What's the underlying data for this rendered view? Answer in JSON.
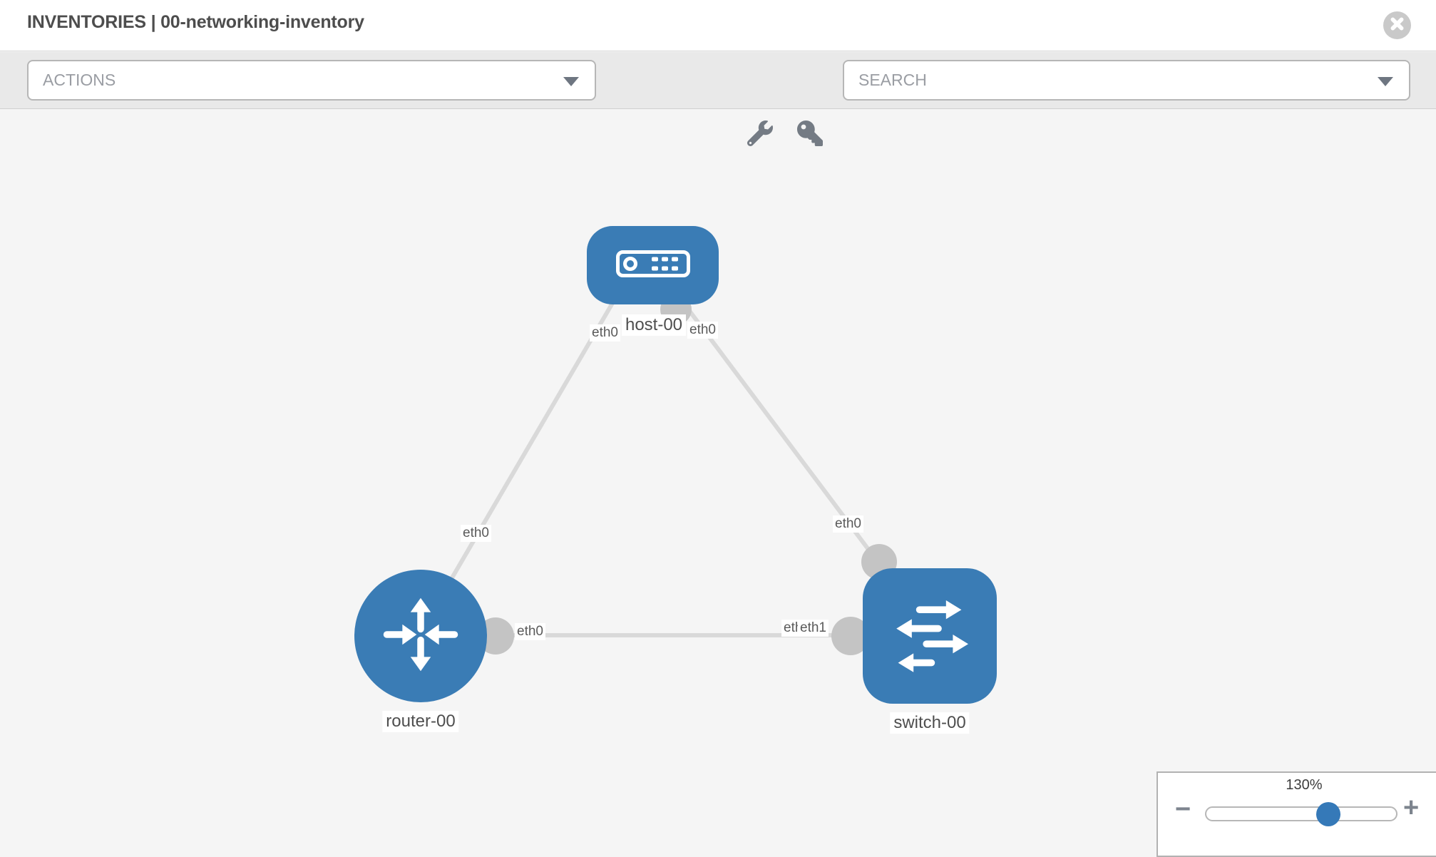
{
  "header": {
    "title": "INVENTORIES | 00-networking-inventory",
    "close_icon": "circle-x"
  },
  "toolbar": {
    "actions_label": "ACTIONS",
    "search_label": "SEARCH",
    "wrench_icon": "wrench",
    "key_icon": "key",
    "caret_icon": "chevron-down"
  },
  "graph": {
    "nodes": [
      {
        "label": "host-00",
        "type": "host"
      },
      {
        "label": "router-00",
        "type": "router"
      },
      {
        "label": "switch-00",
        "type": "switch"
      }
    ],
    "links": [
      {
        "from": "host-00",
        "from_if": "eth0",
        "to": "router-00",
        "to_if": "eth0"
      },
      {
        "from": "host-00",
        "from_if": "eth0",
        "to": "switch-00",
        "to_if": "eth0"
      },
      {
        "from": "router-00",
        "from_if": "eth0",
        "to": "switch-00",
        "to_if": "eth1"
      }
    ],
    "if_labels": [
      {
        "text": "eth0",
        "at": "host-left"
      },
      {
        "text": "eth0",
        "at": "host-right"
      },
      {
        "text": "eth0",
        "at": "router-top"
      },
      {
        "text": "eth0",
        "at": "router-right"
      },
      {
        "text": "eth0",
        "at": "switch-left-under"
      },
      {
        "text": "eth1",
        "at": "switch-left"
      },
      {
        "text": "eth0",
        "at": "switch-top"
      }
    ]
  },
  "zoom_control": {
    "level": "130%",
    "minus": "−",
    "plus": "+"
  },
  "colors": {
    "node_blue": "#3a7cb5",
    "thumb_blue": "#3579b8",
    "link_gray": "#d9d9d9",
    "connector_gray": "#c4c4c4",
    "toolbar_gray": "#e9e9e9",
    "canvas_gray": "#f5f5f5"
  }
}
